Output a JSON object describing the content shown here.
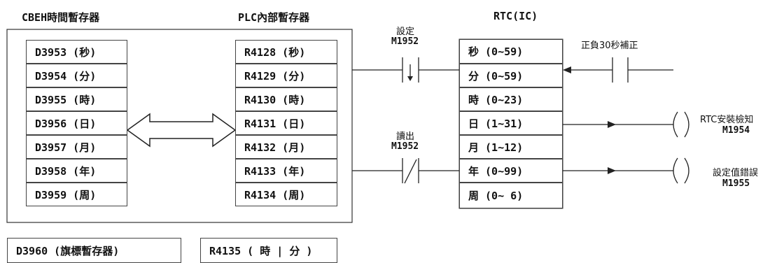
{
  "headers": {
    "cbeh": "CBEH時間暫存器",
    "plc": "PLC內部暫存器",
    "rtc": "RTC(IC)"
  },
  "cbeh_registers": [
    "D3953 (秒)",
    "D3954 (分)",
    "D3955 (時)",
    "D3956 (日)",
    "D3957 (月)",
    "D3958 (年)",
    "D3959 (周)"
  ],
  "plc_registers": [
    "R4128 (秒)",
    "R4129 (分)",
    "R4130 (時)",
    "R4131 (日)",
    "R4132 (月)",
    "R4133 (年)",
    "R4134 (周)"
  ],
  "rtc_fields": [
    "秒 (0~59)",
    "分 (0~59)",
    "時 (0~23)",
    "日 (1~31)",
    "月 (1~12)",
    "年 (0~99)",
    "周 (0~ 6)"
  ],
  "contacts": {
    "set_title": "設定",
    "set_id": "M1952",
    "read_title": "讀出",
    "read_id": "M1952",
    "adjust_title": "正負30秒補正"
  },
  "outputs": {
    "rtc_install_title": "RTC安裝檢知",
    "rtc_install_id": "M1954",
    "setting_error_title": "設定值錯誤",
    "setting_error_id": "M1955"
  },
  "bottom": {
    "flag_register": "D3960 (旗標暫存器)",
    "time_register": "R4135 ( 時 | 分 )"
  }
}
